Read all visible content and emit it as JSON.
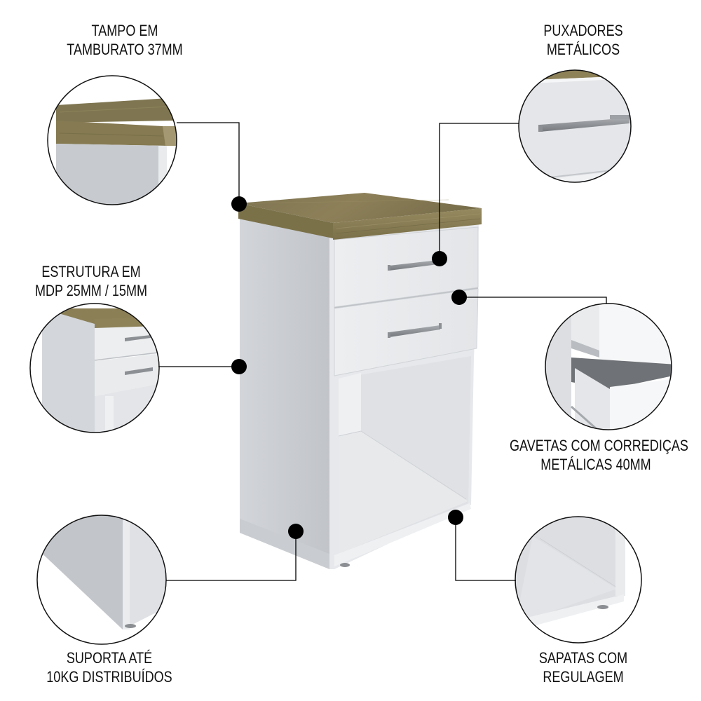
{
  "colors": {
    "background": "#ffffff",
    "text": "#111111",
    "wood": "#8a7d55",
    "wood_dark": "#6f6543",
    "panel_white": "#e8eaec",
    "panel_shadow": "#c4c7cc",
    "handle": "#8c8f93",
    "callout": "#000000"
  },
  "features": [
    {
      "id": "tampo",
      "lines": [
        "TAMPO EM",
        "TAMBURATO 37MM"
      ]
    },
    {
      "id": "puxadores",
      "lines": [
        "PUXADORES",
        "METÁLICOS"
      ]
    },
    {
      "id": "estrutura",
      "lines": [
        "ESTRUTURA EM",
        "MDP 25MM / 15MM"
      ]
    },
    {
      "id": "gavetas",
      "lines": [
        "GAVETAS COM CORREDIÇAS",
        "METÁLICAS 40MM"
      ]
    },
    {
      "id": "suporta",
      "lines": [
        "SUPORTA ATÉ",
        "10KG DISTRIBUÍDOS"
      ]
    },
    {
      "id": "sapatas",
      "lines": [
        "SAPATAS COM",
        "REGULAGEM"
      ]
    }
  ]
}
